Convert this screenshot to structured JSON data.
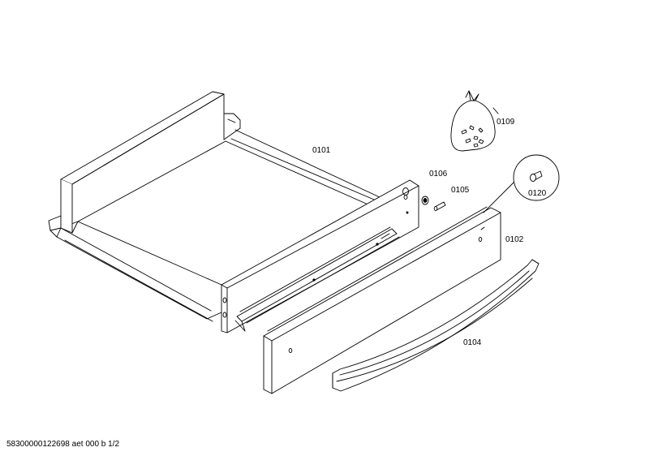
{
  "diagram": {
    "part_labels": {
      "p0101": "0101",
      "p0102": "0102",
      "p0104": "0104",
      "p0105": "0105",
      "p0106": "0106",
      "p0109": "0109",
      "p0120": "0120"
    },
    "footer": "58300000122698 aet 000 b 1/2"
  }
}
